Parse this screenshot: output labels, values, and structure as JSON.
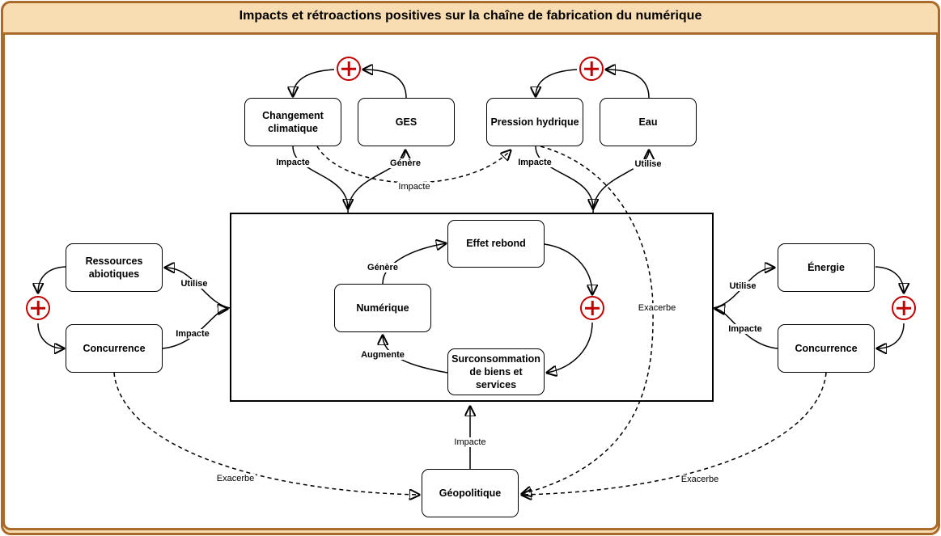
{
  "header": {
    "title": "Impacts et rétroactions positives sur la chaîne de fabrication du numérique"
  },
  "colors": {
    "frame_border": "#aa6a2a",
    "frame_fill": "#f8dcb2",
    "node_border": "#000000",
    "edge_color": "#000000",
    "positive_feedback_red": "#c00000"
  },
  "icons": {
    "positive_feedback": "circled-plus"
  },
  "nodes": {
    "changement_climatique": {
      "label": "Changement climatique"
    },
    "ges": {
      "label": "GES"
    },
    "pression_hydrique": {
      "label": "Pression hydrique"
    },
    "eau": {
      "label": "Eau"
    },
    "ressources_abiotiques": {
      "label": "Ressources abiotiques"
    },
    "concurrence_gauche": {
      "label": "Concurrence"
    },
    "energie": {
      "label": "Énergie"
    },
    "concurrence_droite": {
      "label": "Concurrence"
    },
    "effet_rebond": {
      "label": "Effet rebond"
    },
    "numerique": {
      "label": "Numérique"
    },
    "surconsommation": {
      "label": "Surconsommation de biens et services"
    },
    "geopolitique": {
      "label": "Géopolitique"
    }
  },
  "edge_labels": {
    "cc_impacte_chaine": "Impacte",
    "chaine_genere_ges": "Génère",
    "ph_impacte_chaine": "Impacte",
    "chaine_utilise_eau": "Utilise",
    "cc_impacte_ph": "Impacte",
    "chaine_utilise_ra": "Utilise",
    "conc_g_impacte_chaine": "Impacte",
    "chaine_utilise_energie": "Utilise",
    "conc_d_impacte_chaine": "Impacte",
    "numerique_genere_rebond": "Génère",
    "surconso_augmente_numerique": "Augmente",
    "ph_exacerbe_geo": "Exacerbe",
    "geo_impacte_chaine": "Impacte",
    "conc_g_exacerbe_geo": "Exacerbe",
    "conc_d_exacerbe_geo": "Exacerbe"
  }
}
